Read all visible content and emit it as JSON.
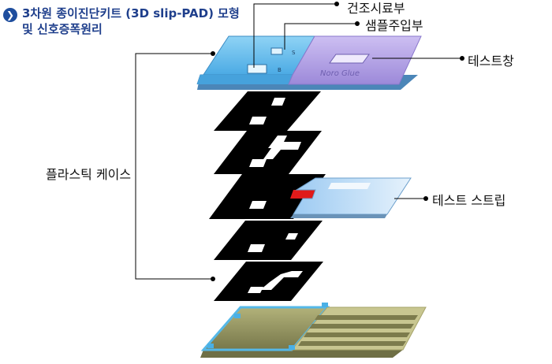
{
  "title": {
    "line1": "3차원 종이진단키트 (3D slip-PAD) 모형",
    "line2": "및 신호증폭원리"
  },
  "labels": {
    "drying_sample": "건조시료부",
    "sample_injection": "샘플주입부",
    "test_window": "테스트창",
    "plastic_case": "플라스틱 케이스",
    "test_strip": "테스트 스트립"
  },
  "device_marks": {
    "s_mark": "S",
    "b_mark": "B",
    "brand": "Noro Glue"
  },
  "colors": {
    "accent_blue": "#1f4e9e",
    "case_blue": "#5ab4e6",
    "case_purple": "#b9a8e6",
    "bottom_olive": "#8a8a55",
    "strip_red": "#e01a1a"
  }
}
